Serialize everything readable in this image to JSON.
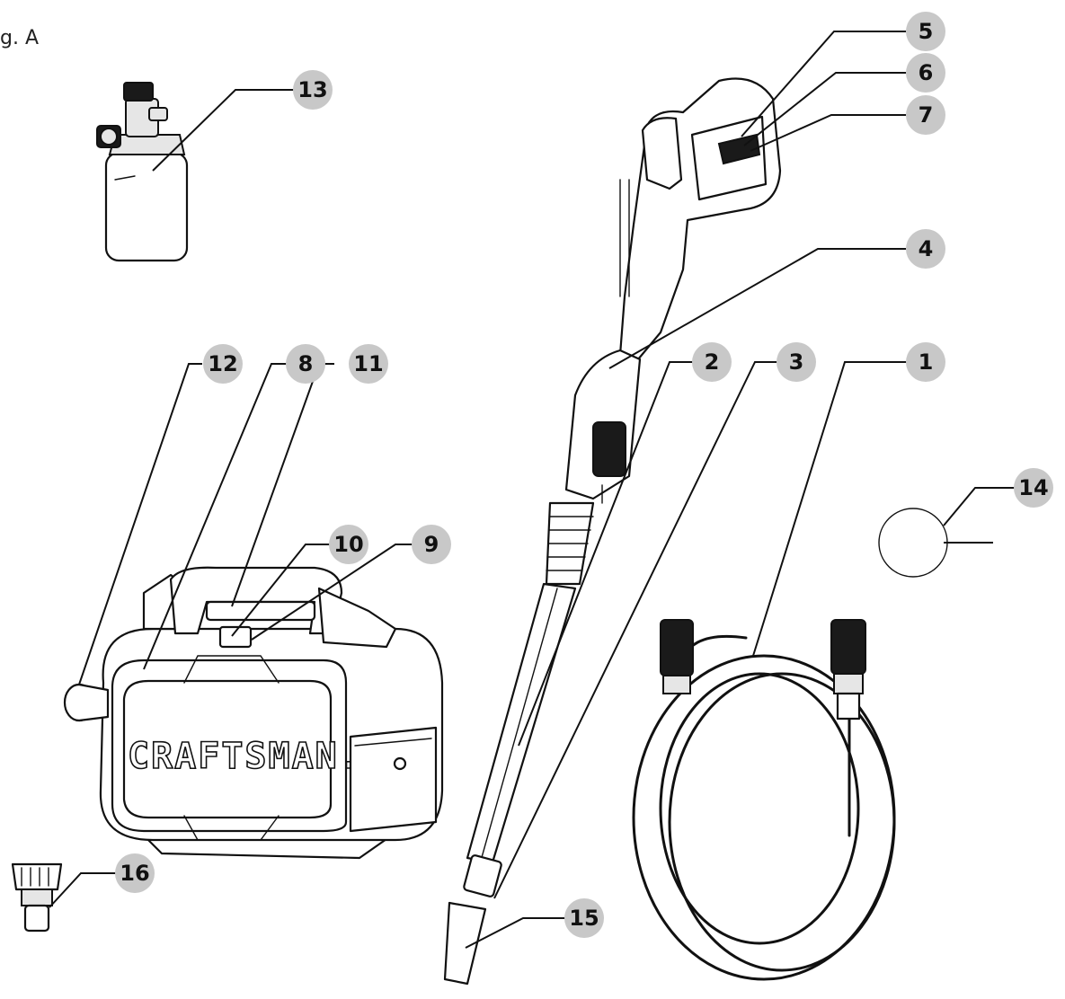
{
  "figure": {
    "label": "g. A"
  },
  "brand_text": "CRAFTSMAN.",
  "callouts": [
    {
      "id": "1",
      "label": "1"
    },
    {
      "id": "2",
      "label": "2"
    },
    {
      "id": "3",
      "label": "3"
    },
    {
      "id": "4",
      "label": "4"
    },
    {
      "id": "5",
      "label": "5"
    },
    {
      "id": "6",
      "label": "6"
    },
    {
      "id": "7",
      "label": "7"
    },
    {
      "id": "8",
      "label": "8"
    },
    {
      "id": "9",
      "label": "9"
    },
    {
      "id": "10",
      "label": "10"
    },
    {
      "id": "11",
      "label": "11"
    },
    {
      "id": "12",
      "label": "12"
    },
    {
      "id": "13",
      "label": "13"
    },
    {
      "id": "14",
      "label": "14"
    },
    {
      "id": "15",
      "label": "15"
    },
    {
      "id": "16",
      "label": "16"
    }
  ],
  "colors": {
    "callout_fill": "#c8c8c8",
    "line": "#111111"
  }
}
